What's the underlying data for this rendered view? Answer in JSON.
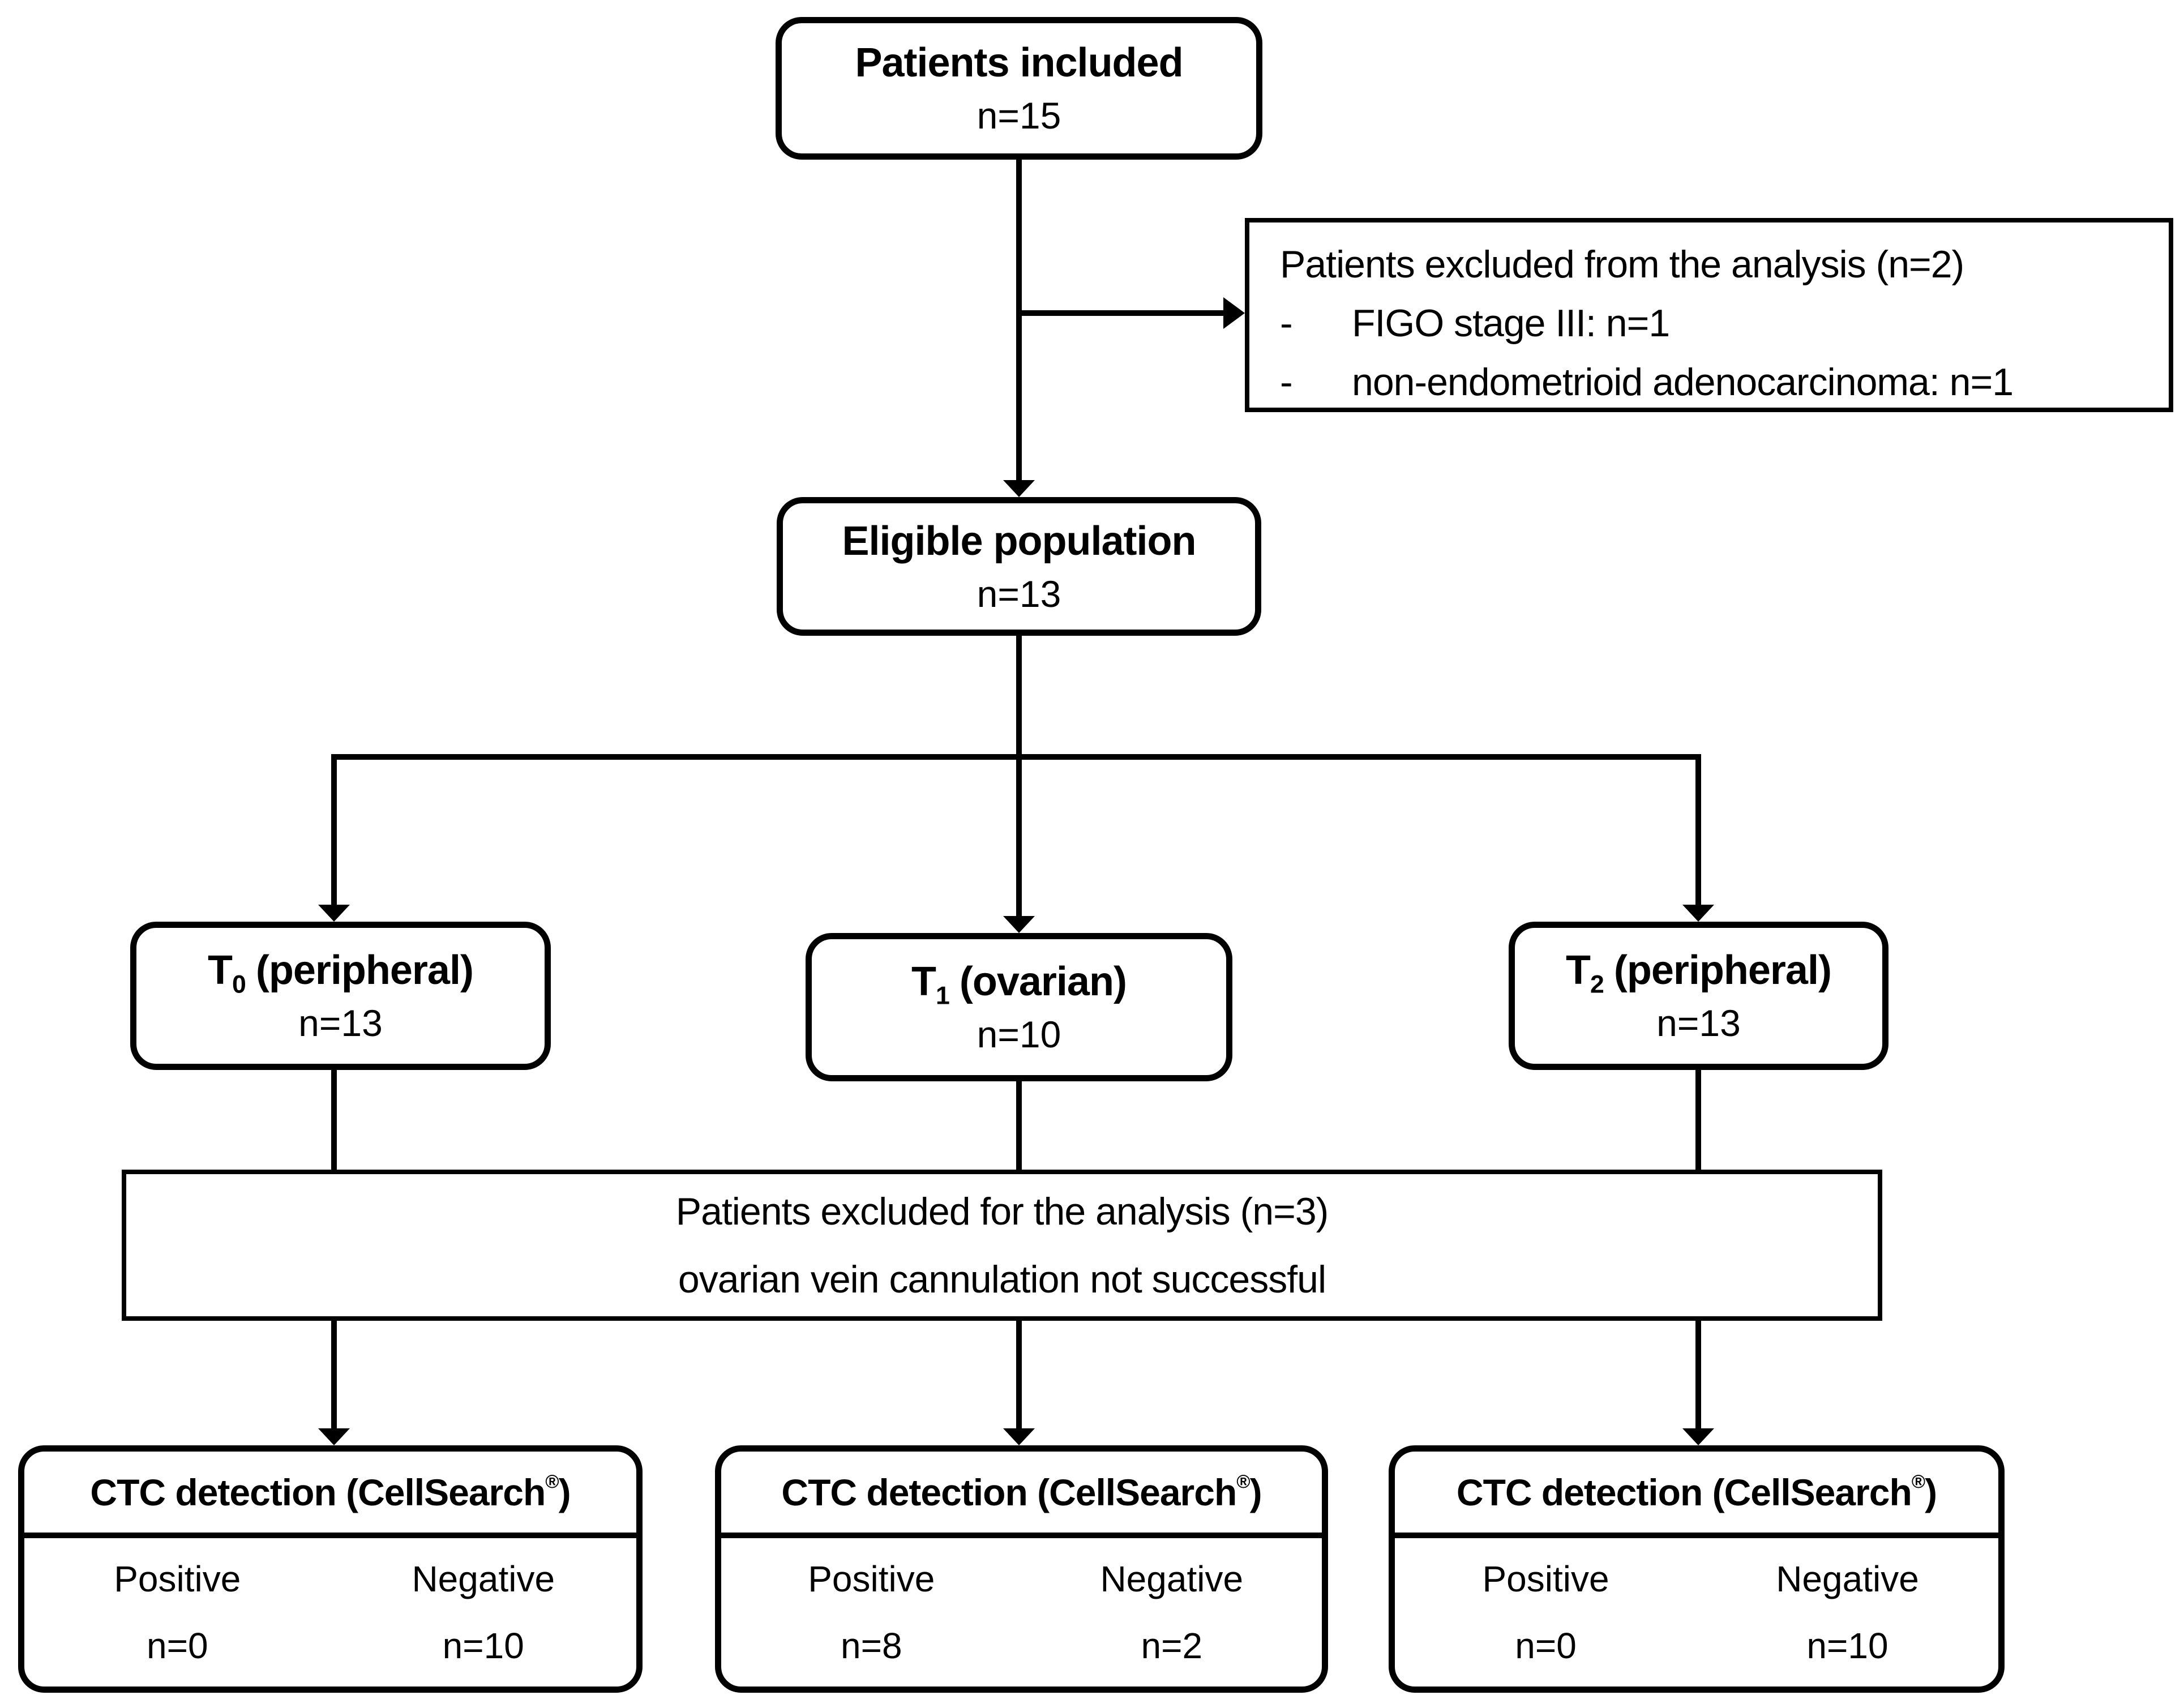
{
  "included": {
    "title": "Patients included",
    "n": "n=15"
  },
  "excluded_top": {
    "heading": "Patients excluded from the analysis (n=2)",
    "items": [
      {
        "bullet": "-",
        "text": "FIGO stage III: n=1"
      },
      {
        "bullet": "-",
        "text": "non-endometrioid adenocarcinoma: n=1"
      }
    ]
  },
  "eligible": {
    "title": "Eligible population",
    "n": "n=13"
  },
  "arms": [
    {
      "t": "T",
      "sub": "0",
      "label": "(peripheral)",
      "n": "n=13"
    },
    {
      "t": "T",
      "sub": "1",
      "label": "(ovarian)",
      "n": "n=10"
    },
    {
      "t": "T",
      "sub": "2",
      "label": "(peripheral)",
      "n": "n=13"
    }
  ],
  "excluded_mid": {
    "line1": "Patients excluded for the analysis (n=3)",
    "line2": "ovarian vein cannulation not successful"
  },
  "ctc": {
    "title_pre": "CTC detection (CellSearch",
    "title_mark": "®",
    "title_post": ")",
    "results": [
      {
        "positive_label": "Positive",
        "positive_n": "n=0",
        "negative_label": "Negative",
        "negative_n": "n=10"
      },
      {
        "positive_label": "Positive",
        "positive_n": "n=8",
        "negative_label": "Negative",
        "negative_n": "n=2"
      },
      {
        "positive_label": "Positive",
        "positive_n": "n=0",
        "negative_label": "Negative",
        "negative_n": "n=10"
      }
    ]
  },
  "colors": {
    "ink": "#000000",
    "paper": "#ffffff"
  }
}
